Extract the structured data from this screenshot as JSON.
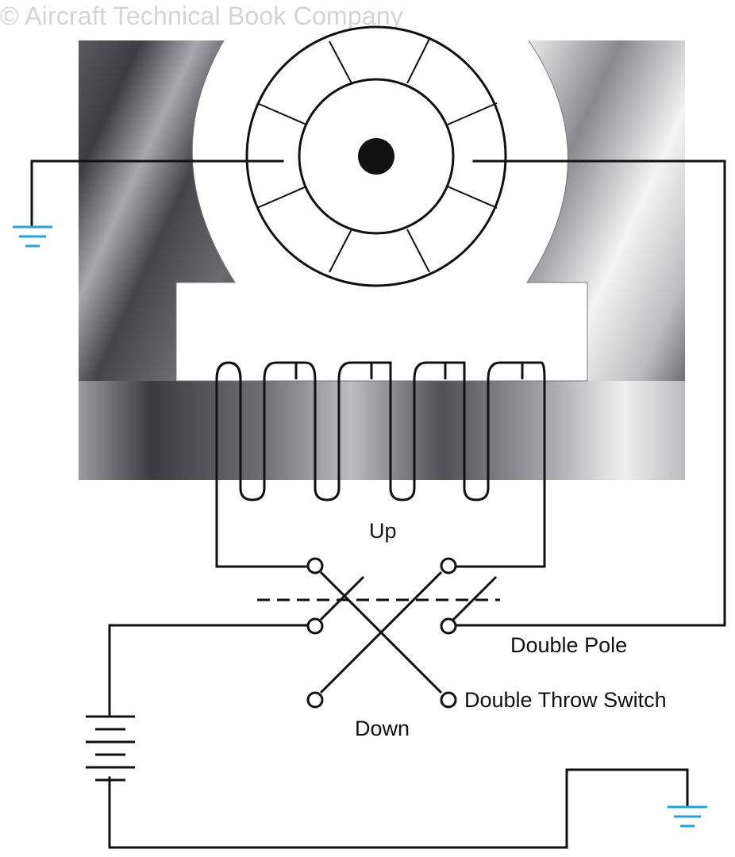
{
  "watermark": "© Aircraft Technical Book Company",
  "labels": {
    "up": "Up",
    "down": "Down",
    "double_pole": "Double Pole",
    "double_throw_switch": "Double Throw Switch"
  },
  "colors": {
    "wire": "#111111",
    "ground_symbol": "#1fa4e0",
    "field_frame_dark": "#4a4a4e",
    "field_frame_light": "#f2f2f2"
  },
  "icons": [
    "ground-symbol-icon",
    "battery-icon",
    "switch-terminal-icon"
  ]
}
